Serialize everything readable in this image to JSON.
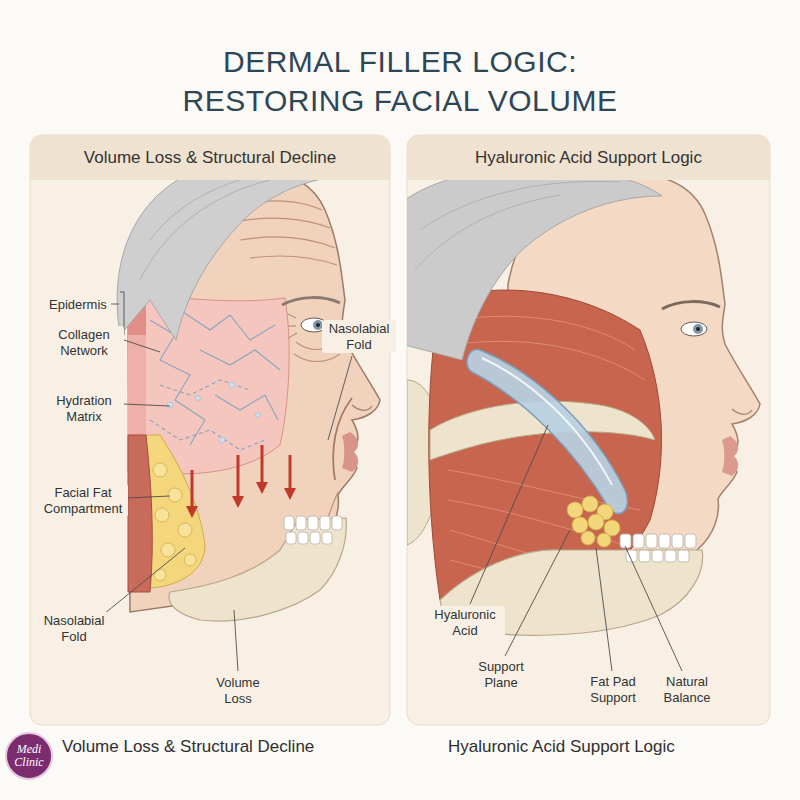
{
  "diagram": {
    "title": "DERMAL FILLER LOGIC: RESTORING FACIAL VOLUME",
    "nodes": [
      {
        "text": [
          "Volume Loss & Structural Decline"
        ]
      },
      {
        "text": [
          "Hyaluronic Acid Support Logic"
        ]
      },
      {
        "text": [
          "Medi Clinic"
        ]
      }
    ],
    "labels": [
      "Epidermis",
      "Nasolabial Fold",
      "Collagen Network",
      "Hydration Matrix",
      "Facial Fat Compartment",
      "Nasolabial Fold",
      "Volume Loss",
      "Hyaluronic Acid",
      "Support Plane",
      "Fat Pad Support",
      "Natural Balance",
      "Volume Loss & Structural Decline",
      "Hyaluronic Acid Support Logic"
    ]
  }
}
